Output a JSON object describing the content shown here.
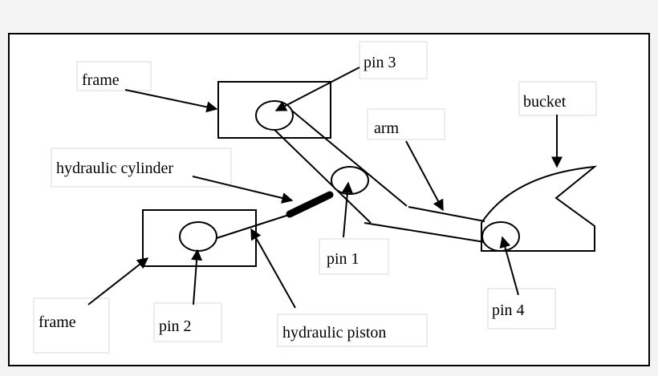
{
  "labels": {
    "frame_top": "frame",
    "pin3": "pin 3",
    "bucket": "bucket",
    "arm": "arm",
    "hydraulic_cylinder": "hydraulic cylinder",
    "pin1": "pin 1",
    "frame_bottom": "frame",
    "pin2": "pin 2",
    "hydraulic_piston": "hydraulic piston",
    "pin4": "pin 4"
  },
  "colors": {
    "background": "#f3f3f3",
    "panel": "#ffffff",
    "ink": "#000000"
  }
}
